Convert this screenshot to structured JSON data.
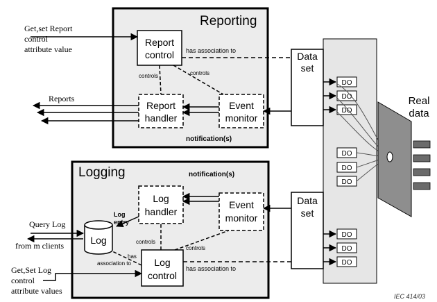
{
  "colors": {
    "panel_fill": "#ececec",
    "line": "#000000",
    "ld_fill": "#e6e6e6",
    "device_fill": "#8e8e8e",
    "connector_fill": "#6b6b6b",
    "caption": "#333333"
  },
  "reporting": {
    "title": "Reporting",
    "report_control": [
      "Report",
      "control"
    ],
    "report_handler": [
      "Report",
      "handler"
    ],
    "event_monitor": [
      "Event",
      "monitor"
    ],
    "notification": "notification(s)",
    "has_association": "has association to",
    "controls_left": "controls",
    "controls_right": "controls"
  },
  "logging": {
    "title": "Logging",
    "notification": "notification(s)",
    "log_handler": [
      "Log",
      "handler"
    ],
    "event_monitor": [
      "Event",
      "monitor"
    ],
    "log_entry": [
      "Log",
      "entry"
    ],
    "log_db": "Log",
    "log_control": [
      "Log",
      "control"
    ],
    "controls_left": "controls",
    "controls_right": "controls",
    "has_association_side": [
      "has",
      "association to"
    ],
    "has_association": "has association to"
  },
  "external": {
    "get_set_report": [
      "Get,set Report",
      "control",
      "attribute value"
    ],
    "reports": "Reports",
    "query_log": "Query Log",
    "from_clients": "from m clients",
    "get_set_log": [
      "Get,Set Log",
      "control",
      "attribute values"
    ]
  },
  "dataset_top": [
    "Data",
    "set"
  ],
  "dataset_bottom": [
    "Data",
    "set"
  ],
  "do_label": "DO",
  "real_data": [
    "Real",
    "data"
  ],
  "caption": "IEC   414/03"
}
